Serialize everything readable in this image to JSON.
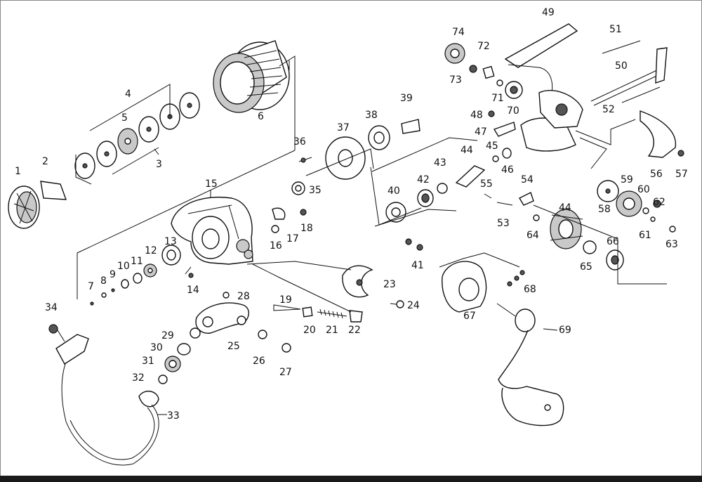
{
  "diagram": {
    "colors": {
      "ink": "#111111",
      "part_fill": "#ffffff",
      "shade": "#c9c9c9",
      "dark": "#555555",
      "bottom_bar": "#1a1a1a"
    },
    "parts": [
      {
        "id": "p1",
        "label": "1"
      },
      {
        "id": "p2",
        "label": "2"
      },
      {
        "id": "p3",
        "label": "3"
      },
      {
        "id": "p4",
        "label": "4"
      },
      {
        "id": "p5",
        "label": "5"
      },
      {
        "id": "p6",
        "label": "6"
      },
      {
        "id": "p7",
        "label": "7"
      },
      {
        "id": "p8",
        "label": "8"
      },
      {
        "id": "p9",
        "label": "9"
      },
      {
        "id": "p10",
        "label": "10"
      },
      {
        "id": "p11",
        "label": "11"
      },
      {
        "id": "p12",
        "label": "12"
      },
      {
        "id": "p13",
        "label": "13"
      },
      {
        "id": "p14",
        "label": "14"
      },
      {
        "id": "p15",
        "label": "15"
      },
      {
        "id": "p16",
        "label": "16"
      },
      {
        "id": "p17",
        "label": "17"
      },
      {
        "id": "p18",
        "label": "18"
      },
      {
        "id": "p19",
        "label": "19"
      },
      {
        "id": "p20",
        "label": "20"
      },
      {
        "id": "p21",
        "label": "21"
      },
      {
        "id": "p22",
        "label": "22"
      },
      {
        "id": "p23",
        "label": "23"
      },
      {
        "id": "p24",
        "label": "24"
      },
      {
        "id": "p25",
        "label": "25"
      },
      {
        "id": "p26",
        "label": "26"
      },
      {
        "id": "p27",
        "label": "27"
      },
      {
        "id": "p28",
        "label": "28"
      },
      {
        "id": "p29",
        "label": "29"
      },
      {
        "id": "p30",
        "label": "30"
      },
      {
        "id": "p31",
        "label": "31"
      },
      {
        "id": "p32",
        "label": "32"
      },
      {
        "id": "p33",
        "label": "33"
      },
      {
        "id": "p34",
        "label": "34"
      },
      {
        "id": "p35",
        "label": "35"
      },
      {
        "id": "p36",
        "label": "36"
      },
      {
        "id": "p37",
        "label": "37"
      },
      {
        "id": "p38",
        "label": "38"
      },
      {
        "id": "p39",
        "label": "39"
      },
      {
        "id": "p40",
        "label": "40"
      },
      {
        "id": "p41",
        "label": "41"
      },
      {
        "id": "p42",
        "label": "42"
      },
      {
        "id": "p43",
        "label": "43"
      },
      {
        "id": "p44a",
        "label": "44"
      },
      {
        "id": "p44b",
        "label": "44"
      },
      {
        "id": "p45",
        "label": "45"
      },
      {
        "id": "p46",
        "label": "46"
      },
      {
        "id": "p47",
        "label": "47"
      },
      {
        "id": "p48",
        "label": "48"
      },
      {
        "id": "p49",
        "label": "49"
      },
      {
        "id": "p50",
        "label": "50"
      },
      {
        "id": "p51",
        "label": "51"
      },
      {
        "id": "p52",
        "label": "52"
      },
      {
        "id": "p53",
        "label": "53"
      },
      {
        "id": "p54",
        "label": "54"
      },
      {
        "id": "p55",
        "label": "55"
      },
      {
        "id": "p56",
        "label": "56"
      },
      {
        "id": "p57",
        "label": "57"
      },
      {
        "id": "p58",
        "label": "58"
      },
      {
        "id": "p59",
        "label": "59"
      },
      {
        "id": "p60",
        "label": "60"
      },
      {
        "id": "p61",
        "label": "61"
      },
      {
        "id": "p62",
        "label": "62"
      },
      {
        "id": "p63",
        "label": "63"
      },
      {
        "id": "p64",
        "label": "64"
      },
      {
        "id": "p65",
        "label": "65"
      },
      {
        "id": "p66",
        "label": "66"
      },
      {
        "id": "p67",
        "label": "67"
      },
      {
        "id": "p68",
        "label": "68"
      },
      {
        "id": "p69",
        "label": "69"
      },
      {
        "id": "p70",
        "label": "70"
      },
      {
        "id": "p71",
        "label": "71"
      },
      {
        "id": "p72",
        "label": "72"
      },
      {
        "id": "p73",
        "label": "73"
      },
      {
        "id": "p74",
        "label": "74"
      }
    ]
  }
}
